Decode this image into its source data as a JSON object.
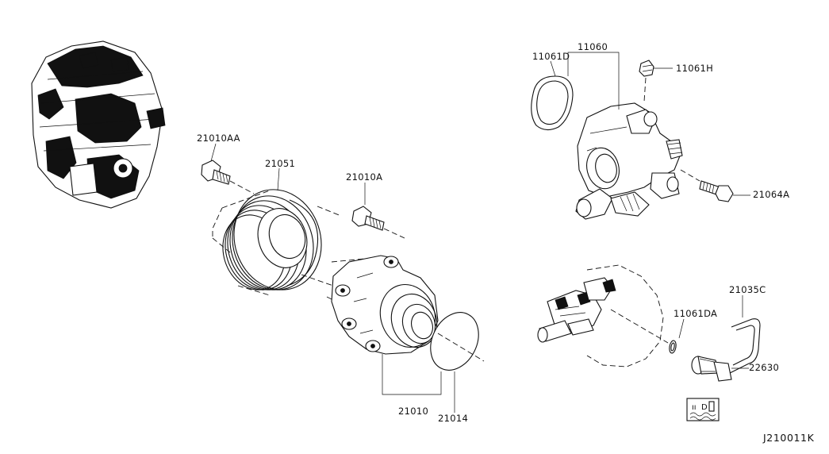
{
  "diagram_code": "J210011K",
  "parts": [
    {
      "id": "p21010AA",
      "label": "21010AA"
    },
    {
      "id": "p21051",
      "label": "21051"
    },
    {
      "id": "p21010A",
      "label": "21010A"
    },
    {
      "id": "p21010",
      "label": "21010"
    },
    {
      "id": "p21014",
      "label": "21014"
    },
    {
      "id": "p11061D",
      "label": "11061D"
    },
    {
      "id": "p11060",
      "label": "11060"
    },
    {
      "id": "p11061H",
      "label": "11061H"
    },
    {
      "id": "p21064A",
      "label": "21064A"
    },
    {
      "id": "p21035C",
      "label": "21035C"
    },
    {
      "id": "p11061DA",
      "label": "11061DA"
    },
    {
      "id": "p22630",
      "label": "22630"
    }
  ]
}
